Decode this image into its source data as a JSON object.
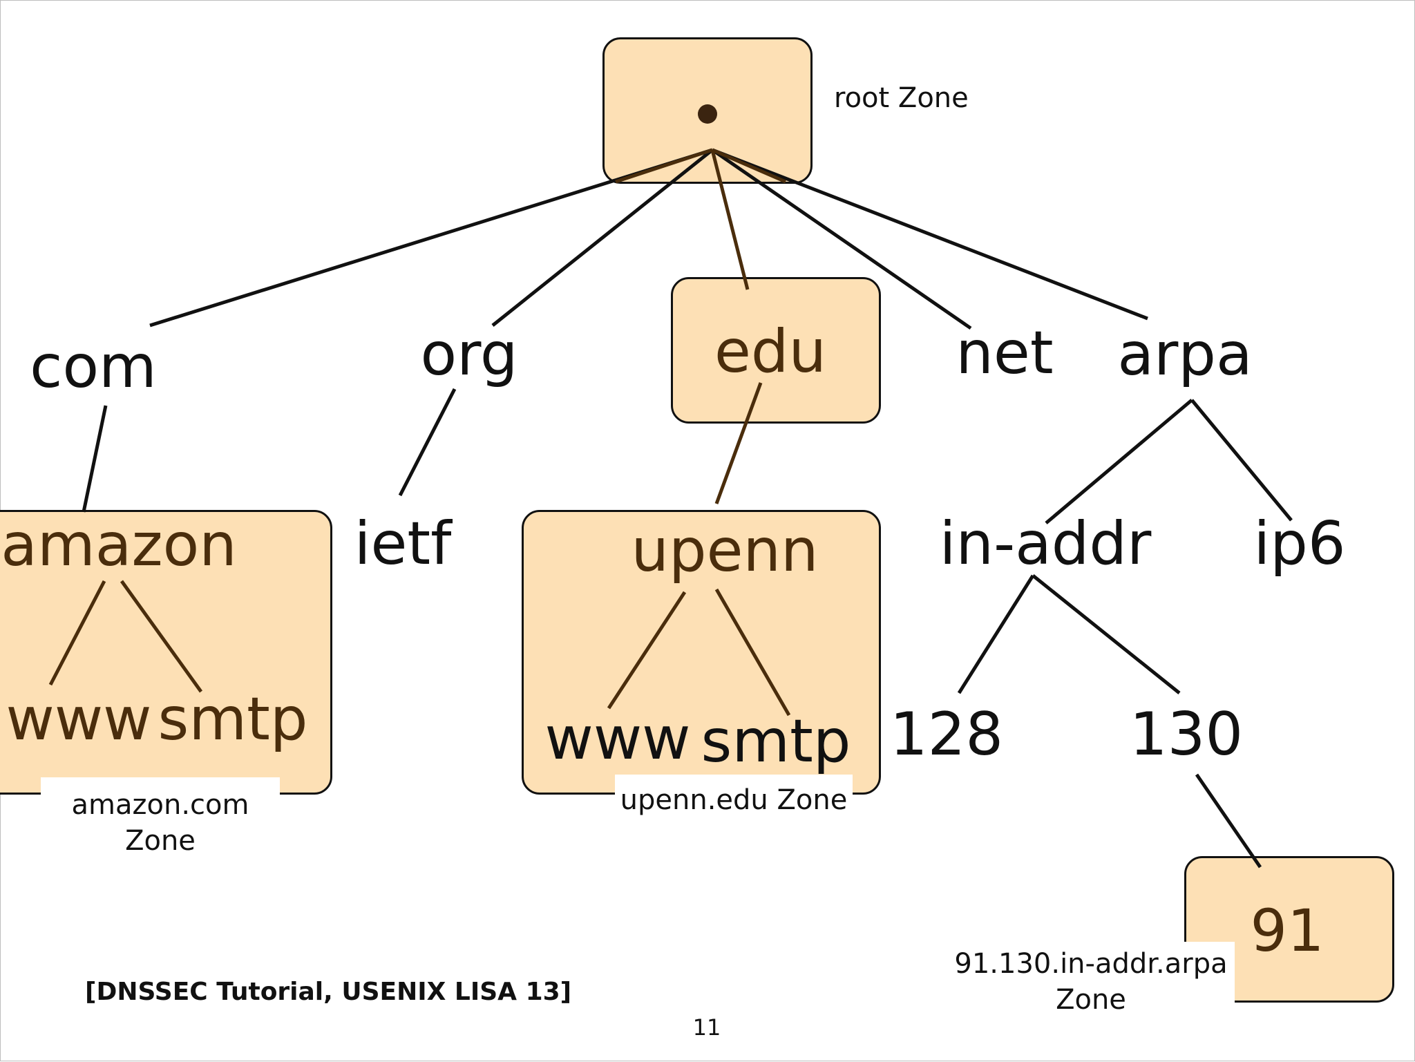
{
  "zones": {
    "root": {
      "symbol": "•",
      "caption": "root Zone"
    },
    "amazon": {
      "caption_line1": "amazon.com",
      "caption_line2": "Zone"
    },
    "upenn": {
      "caption": "upenn.edu Zone"
    },
    "arpa91": {
      "caption_line1": "91.130.in-addr.arpa",
      "caption_line2": "Zone"
    }
  },
  "nodes": {
    "com": "com",
    "org": "org",
    "edu": "edu",
    "net": "net",
    "arpa": "arpa",
    "amazon": "amazon",
    "amazon_www": "www",
    "amazon_smtp": "smtp",
    "ietf": "ietf",
    "upenn": "upenn",
    "upenn_www": "www",
    "upenn_smtp": "smtp",
    "in_addr": "in-addr",
    "ip6": "ip6",
    "n128": "128",
    "n130": "130",
    "n91": "91"
  },
  "footer": {
    "citation": "[DNSSEC Tutorial, USENIX LISA 13]",
    "page_number": "11"
  },
  "colors": {
    "zone_fill": "#fde0b5",
    "zone_text": "#4a2d0c",
    "edge_in_zone": "#4a2d0c",
    "edge_default": "#111111"
  }
}
